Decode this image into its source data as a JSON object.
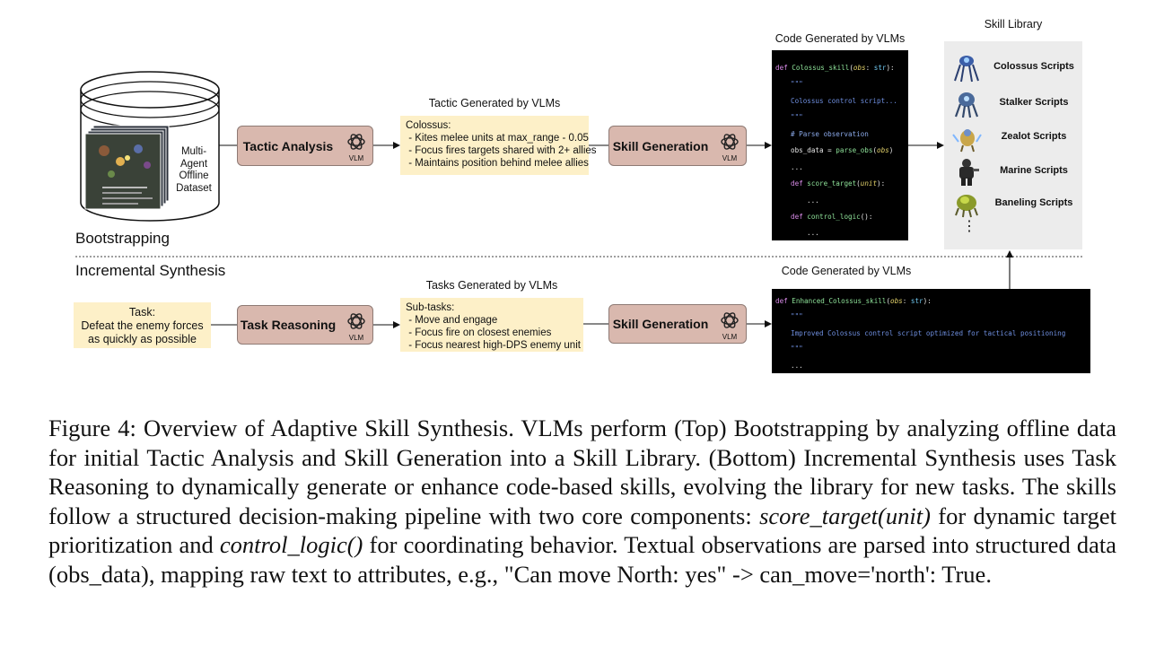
{
  "bootstrapping": {
    "section_label": "Bootstrapping",
    "dataset_label": "Multi-\nAgent\nOffline\nDataset",
    "tactic_analysis": {
      "label": "Tactic Analysis",
      "vlm": "VLM"
    },
    "tactic_caption": "Tactic Generated by VLMs",
    "tactic_note": "Colossus:\n - Kites melee units at max_range - 0.05\n - Focus fires targets shared with 2+ allies\n - Maintains position behind melee allies",
    "skill_generation": {
      "label": "Skill Generation",
      "vlm": "VLM"
    },
    "code_caption": "Code Generated by VLMs",
    "code_lines": [
      {
        "def": "def ",
        "name": "Colossus_skill",
        "open": "(",
        "param": "obs",
        "colon": ": ",
        "type": "str",
        "close": "):"
      },
      {
        "text": "\"\"\""
      },
      {
        "text": "Colossus control script..."
      },
      {
        "text": "\"\"\""
      },
      {
        "text": "# Parse observation"
      },
      {
        "pre": "obs_data = ",
        "fn": "parse_obs",
        "open": "(",
        "param": "obs",
        "close": ")"
      },
      {
        "text": "..."
      },
      {
        "def": "def ",
        "name": "score_target",
        "open": "(",
        "param": "unit",
        "close": "):"
      },
      {
        "text": "..."
      },
      {
        "def": "def ",
        "name": "control_logic",
        "close": "():"
      },
      {
        "text": "..."
      }
    ]
  },
  "skill_library": {
    "title": "Skill Library",
    "items": [
      {
        "label": "Colossus Scripts",
        "icon": "colossus-unit-icon"
      },
      {
        "label": "Stalker Scripts",
        "icon": "stalker-unit-icon"
      },
      {
        "label": "Zealot Scripts",
        "icon": "zealot-unit-icon"
      },
      {
        "label": "Marine Scripts",
        "icon": "marine-unit-icon"
      },
      {
        "label": "Baneling Scripts",
        "icon": "baneling-unit-icon"
      }
    ],
    "more": "⋮"
  },
  "incremental": {
    "section_label": "Incremental Synthesis",
    "task_note": "Task:\nDefeat the enemy forces\nas quickly as possible",
    "task_reasoning": {
      "label": "Task Reasoning",
      "vlm": "VLM"
    },
    "tasks_caption": "Tasks Generated by VLMs",
    "subtasks_note": "Sub-tasks:\n - Move and engage\n - Focus fire on closest enemies\n - Focus nearest high-DPS enemy unit",
    "skill_generation": {
      "label": "Skill Generation",
      "vlm": "VLM"
    },
    "code_caption": "Code Generated by VLMs",
    "code_lines": [
      {
        "def": "def ",
        "name": "Enhanced_Colossus_skill",
        "open": "(",
        "param": "obs",
        "colon": ": ",
        "type": "str",
        "close": "):"
      },
      {
        "text": "\"\"\""
      },
      {
        "text": "Improved Colossus control script optimized for tactical positioning"
      },
      {
        "text": "\"\"\""
      },
      {
        "text": "..."
      }
    ]
  },
  "caption": {
    "p1": "Figure 4: Overview of Adaptive Skill Synthesis. VLMs perform (Top) Bootstrapping by analyzing offline data for initial Tactic Analysis and Skill Generation into a Skill Library. (Bottom) Incremental Synthesis uses Task Reasoning to dynamically generate or enhance code-based skills, evolving the library for new tasks. The skills follow a structured decision-making pipeline with two core components: ",
    "em1": "score_target(unit)",
    "p2": " for dynamic target prioritization and ",
    "em2": "control_logic()",
    "p3": " for coordinating behavior. Textual observations are parsed into structured data (obs_data), mapping raw text to attributes, e.g., \"Can move North: yes\" -> can_move='north': True."
  },
  "colors": {
    "process_box": "#d9b8ae",
    "note_box": "#fdf0c8",
    "code_bg": "#000000",
    "library_bg": "#ececec"
  }
}
